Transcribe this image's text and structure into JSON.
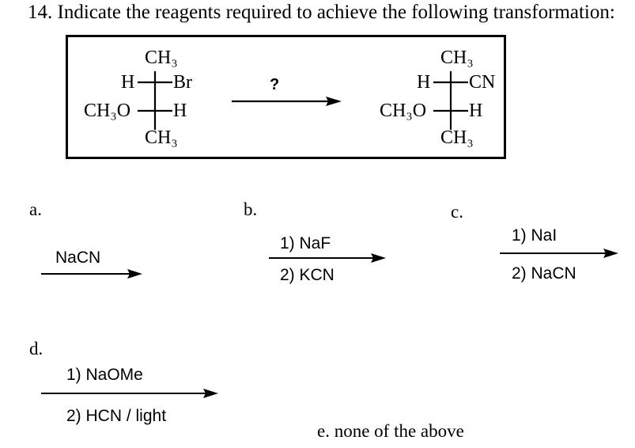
{
  "question": "14. Indicate the reagents required to achieve the following transformation:",
  "reactant": {
    "top": "CH₃",
    "row1_left": "H",
    "row1_right": "Br",
    "row2_left": "CH₃O",
    "row2_right": "H",
    "bottom": "CH₃"
  },
  "reaction_arrow_label": "?",
  "product": {
    "top": "CH₃",
    "row1_left": "H",
    "row1_right": "CN",
    "row2_left": "CH₃O",
    "row2_right": "H",
    "bottom": "CH₃"
  },
  "options": [
    {
      "letter": "a.",
      "reagents": [
        "NaCN"
      ]
    },
    {
      "letter": "b.",
      "reagents": [
        "1) NaF",
        "2) KCN"
      ]
    },
    {
      "letter": "c.",
      "reagents": [
        "1) NaI",
        "2) NaCN"
      ]
    },
    {
      "letter": "d.",
      "reagents": [
        "1) NaOMe",
        "2) HCN / light"
      ]
    },
    {
      "letter": "e.",
      "text": "e. none of the above"
    }
  ]
}
